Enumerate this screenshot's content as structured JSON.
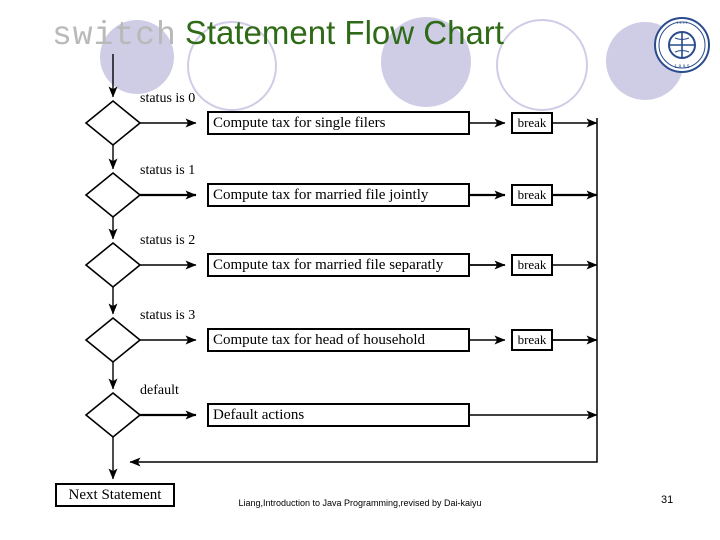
{
  "slide": {
    "title_code": "switch",
    "title_rest": "Statement Flow Chart",
    "title_code_color": "#b9b9b9",
    "title_rest_color": "#2f6b16",
    "page_number": "31",
    "footer_credit": "Liang,Introduction to Java Programming,revised by Dai-kaiyu",
    "deco_circle_color": "#cfcde6",
    "logo_color": "#2a4b8d",
    "logo_name": "university-seal-logo"
  },
  "flowchart": {
    "entry_arrow": "entry-arrow-icon",
    "terminal_label": "Next Statement",
    "rows": [
      {
        "condition": "status is 0",
        "action": "Compute tax for single filers",
        "break_label": "break",
        "has_break": true
      },
      {
        "condition": "status is 1",
        "action": "Compute tax for married file jointly",
        "break_label": "break",
        "has_break": true
      },
      {
        "condition": "status is 2",
        "action": "Compute tax for married file separatly",
        "break_label": "break",
        "has_break": true
      },
      {
        "condition": "status is 3",
        "action": "Compute tax for head of household",
        "break_label": "break",
        "has_break": true
      },
      {
        "condition": "default",
        "action": "Default actions",
        "break_label": "",
        "has_break": false
      }
    ]
  }
}
